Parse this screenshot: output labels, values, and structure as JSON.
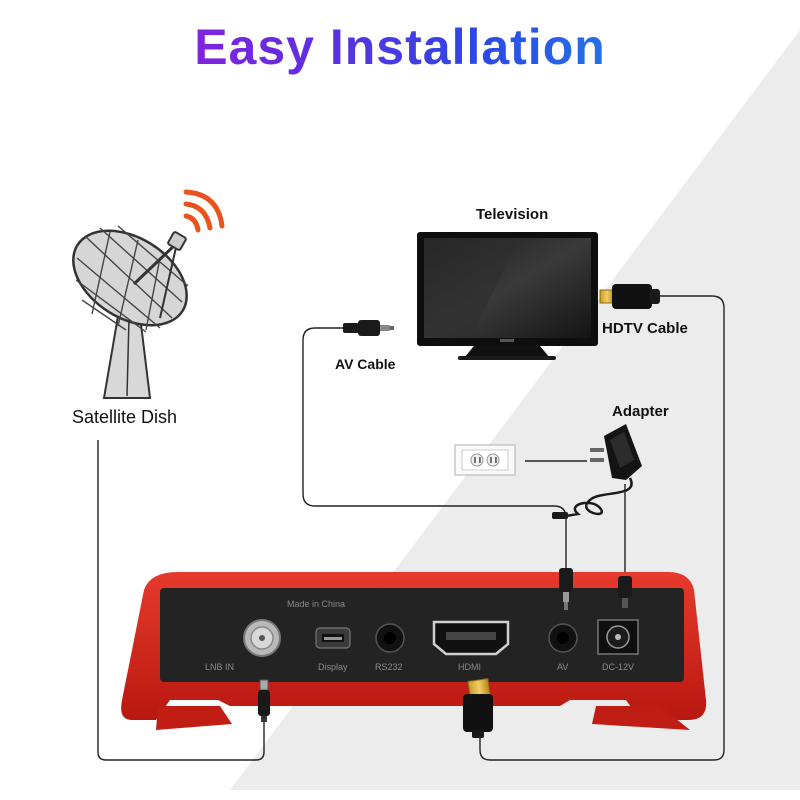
{
  "title": "Easy Installation",
  "labels": {
    "satellite_dish": "Satellite Dish",
    "television": "Television",
    "av_cable": "AV Cable",
    "hdtv_cable": "HDTV Cable",
    "adapter": "Adapter"
  },
  "device": {
    "made_in": "Made in China",
    "ports": {
      "lnb_in": "LNB IN",
      "display": "Display",
      "rs232": "RS232",
      "hdmi": "HDMI",
      "av": "AV",
      "dc": "DC-12V"
    }
  },
  "colors": {
    "title_gradient": [
      "#b01ad8",
      "#2c48e6",
      "#18b0e8"
    ],
    "device_shell": "#d9261c",
    "device_panel": "#232323",
    "signal_waves": "#e8541e",
    "background_band": "#ececec"
  }
}
